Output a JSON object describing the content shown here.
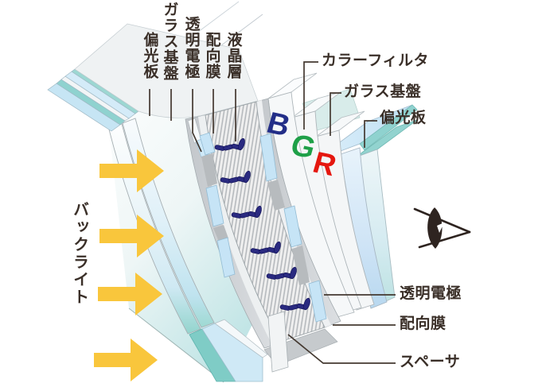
{
  "labels": {
    "top": [
      "偏光板",
      "ガラス基盤",
      "透明電極",
      "配向膜",
      "液晶層"
    ],
    "right_top": [
      "カラーフィルタ",
      "ガラス基盤",
      "偏光板"
    ],
    "right_bottom": [
      "透明電極",
      "配向膜",
      "スペーサ"
    ],
    "backlight": "バックライト",
    "rgb": [
      "B",
      "G",
      "R"
    ]
  },
  "icons": {
    "eye": "viewer-eye-icon",
    "arrows": "backlight-direction-arrow",
    "arrow_count": 4,
    "molecule_rows": 6
  },
  "colors": {
    "arrow_yellow": "#f9c63c",
    "letter_b": "#232e88",
    "letter_g": "#1ea048",
    "letter_r": "#e5170f",
    "glass_teal": "#8fd2cf",
    "panel_blue": "#cfe8f7",
    "molecule_navy": "#2a2a80",
    "label_text": "#3a2f28"
  }
}
